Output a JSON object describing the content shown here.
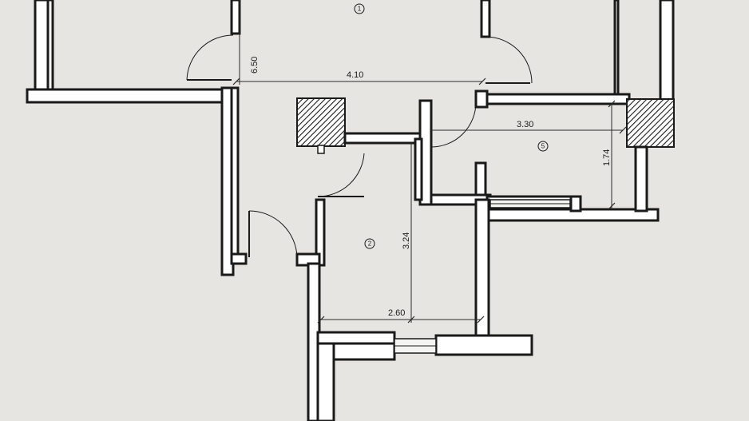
{
  "plan": {
    "rooms": [
      {
        "number": "1"
      },
      {
        "number": "2"
      },
      {
        "number": "5"
      }
    ],
    "dimensions": [
      {
        "label": "6.50"
      },
      {
        "label": "4.10"
      },
      {
        "label": "3.30"
      },
      {
        "label": "1.74"
      },
      {
        "label": "3.24"
      },
      {
        "label": "2.60"
      }
    ],
    "shaft_icon": "hatched-shaft",
    "colors": {
      "paper": "#e6e5e1",
      "ink": "#1a1a1a",
      "wall_fill": "#ffffff"
    }
  }
}
